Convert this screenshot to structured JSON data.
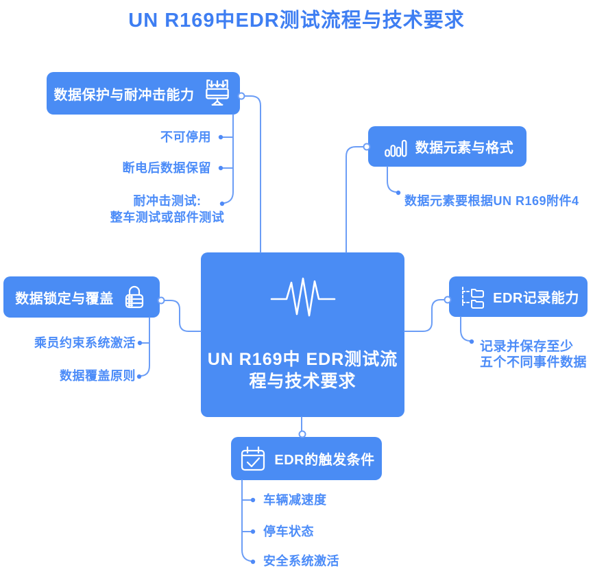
{
  "title": "UN R169中EDR测试流程与技术要求",
  "colors": {
    "node_fill": "#4A8CF4",
    "title_text": "#3E7EF2",
    "child_text": "#4C8CF8",
    "connector": "#6B9DF6",
    "node_text": "#FFFFFF",
    "background": "#FFFFFF"
  },
  "center": {
    "icon": "waveform-icon",
    "lines": [
      "UN R169中",
      "EDR测试流程与技术要求"
    ]
  },
  "branches": {
    "data_protection": {
      "label": "数据保护与耐冲击能力",
      "icon": "monitor-download-icon",
      "children": [
        [
          "不可停用"
        ],
        [
          "断电后数据保留"
        ],
        [
          "耐冲击测试:",
          "整车测试或部件测试"
        ]
      ]
    },
    "data_elements": {
      "label": "数据元素与格式",
      "icon": "bar-chart-icon",
      "children": [
        [
          "数据元素要根据UN R169附件4"
        ]
      ]
    },
    "data_locking": {
      "label": "数据锁定与覆盖",
      "icon": "lock-icon",
      "children": [
        [
          "乘员约束系统激活"
        ],
        [
          "数据覆盖原则"
        ]
      ]
    },
    "edr_recording": {
      "label": "EDR记录能力",
      "icon": "folder-tree-icon",
      "children": [
        [
          "记录并保存至少",
          "五个不同事件数据"
        ]
      ]
    },
    "edr_trigger": {
      "label": "EDR的触发条件",
      "icon": "calendar-check-icon",
      "children": [
        [
          "车辆减速度"
        ],
        [
          "停车状态"
        ],
        [
          "安全系统激活"
        ]
      ]
    }
  }
}
